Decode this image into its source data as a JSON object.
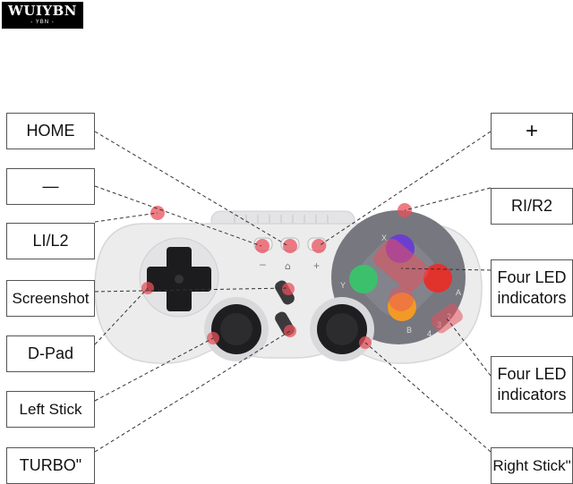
{
  "logo": {
    "main": "WUIYBN",
    "sub": "- YBN -"
  },
  "labels": {
    "home": "HOME",
    "minus": "—",
    "l1l2": "LI/L2",
    "screenshot": "Screenshot",
    "dpad": "D-Pad",
    "left_stick": "Left Stick",
    "turbo": "TURBO\"",
    "plus": "+",
    "r1r2": "RI/R2",
    "led1_line1": "Four LED",
    "led1_line2": "indicators",
    "led2_line1": "Four LED",
    "led2_line2": "indicators",
    "right_stick": "Right Stick\""
  },
  "controller": {
    "face_letters": {
      "x": "X",
      "y": "Y",
      "a": "A",
      "b": "B"
    },
    "led_numbers": [
      "1",
      "2",
      "3",
      "4"
    ],
    "colors": {
      "body": "#e9e9ea",
      "face_panel": "#77777f",
      "x_button": "#6a3fd0",
      "y_button": "#3cc06c",
      "a_button": "#e2322c",
      "b_button": "#f29a25",
      "marker": "#e8505b"
    }
  }
}
